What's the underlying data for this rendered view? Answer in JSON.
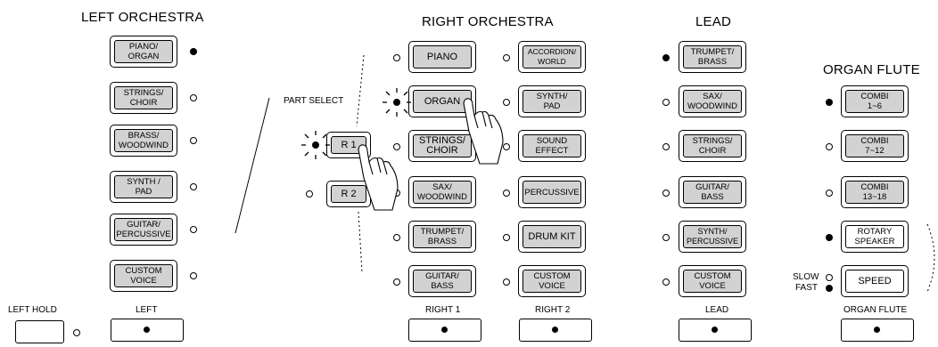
{
  "sections": {
    "left_orchestra": "LEFT  ORCHESTRA",
    "right_orchestra": "RIGHT ORCHESTRA",
    "lead": "LEAD",
    "organ_flute": "ORGAN FLUTE",
    "part_select": "PART SELECT"
  },
  "left_buttons": [
    "PIANO/\nORGAN",
    "STRINGS/\nCHOIR",
    "BRASS/\nWOODWIND",
    "SYNTH /\nPAD",
    "GUITAR/\nPERCUSSIVE",
    "CUSTOM\nVOICE"
  ],
  "right1_buttons": [
    "PIANO",
    "ORGAN",
    "STRINGS/\nCHOIR",
    "SAX/\nWOODWIND",
    "TRUMPET/\nBRASS",
    "GUITAR/\nBASS"
  ],
  "right2_buttons": [
    "ACCORDION/\nWORLD",
    "SYNTH/\nPAD",
    "SOUND\nEFFECT",
    "PERCUSSIVE",
    "DRUM KIT",
    "CUSTOM\nVOICE"
  ],
  "lead_buttons": [
    "TRUMPET/\nBRASS",
    "SAX/\nWOODWIND",
    "STRINGS/\nCHOIR",
    "GUITAR/\nBASS",
    "SYNTH/\nPERCUSSIVE",
    "CUSTOM\nVOICE"
  ],
  "organ_buttons": [
    "COMBI\n1~6",
    "COMBI\n7~12",
    "COMBI\n13~18",
    "ROTARY\nSPEAKER",
    "SPEED"
  ],
  "part_buttons": [
    "R 1",
    "R 2"
  ],
  "speed_labels": {
    "slow": "SLOW",
    "fast": "FAST"
  },
  "footer": {
    "left_hold": "LEFT HOLD",
    "left": "LEFT",
    "right1": "RIGHT 1",
    "right2": "RIGHT 2",
    "lead": "LEAD",
    "organ_flute": "ORGAN FLUTE"
  },
  "led_states": {
    "left": [
      true,
      false,
      false,
      false,
      false,
      false
    ],
    "right1": [
      false,
      "blink",
      false,
      false,
      false,
      false
    ],
    "right2": [
      false,
      false,
      false,
      false,
      false,
      false
    ],
    "lead": [
      true,
      false,
      false,
      false,
      false,
      false
    ],
    "organ": [
      true,
      false,
      false,
      true
    ],
    "part": [
      "blink",
      false
    ],
    "speed_slow": false,
    "speed_fast": true,
    "left_hold": false
  }
}
